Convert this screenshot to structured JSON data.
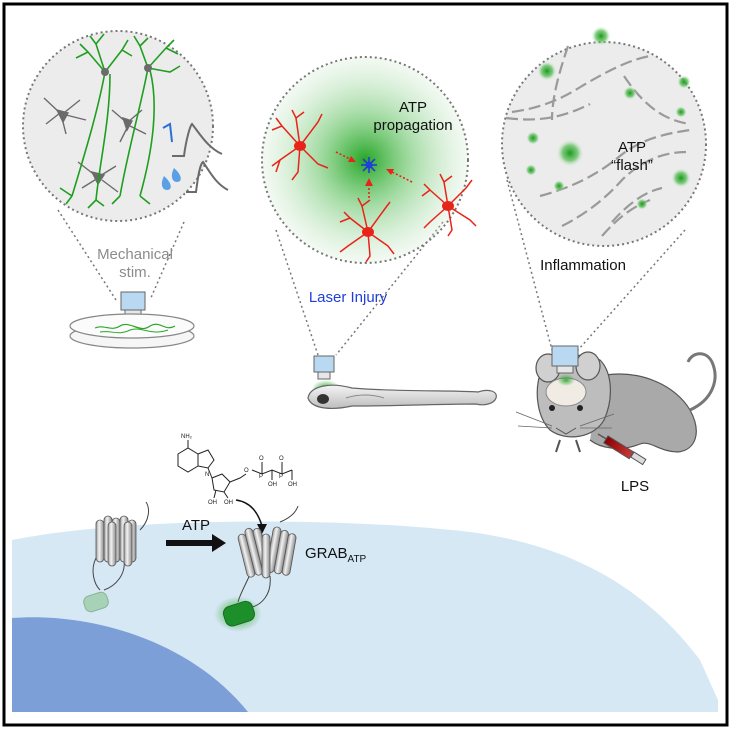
{
  "panels": {
    "cell_culture": {
      "label_line1": "Mechanical",
      "label_line2": "stim.",
      "label_color": "#8c8c8c"
    },
    "zebrafish": {
      "inset_line1": "ATP",
      "inset_line2": "propagation",
      "label": "Laser Injury",
      "label_color": "#1f3fd6"
    },
    "mouse": {
      "inset_line1": "ATP",
      "inset_line2": "“flash”",
      "label": "Inflammation",
      "injection_label": "LPS"
    }
  },
  "sensor": {
    "arrow_label": "ATP",
    "name": "GRAB",
    "name_subscript": "ATP",
    "molecule_labels": {
      "amine": "NH₂",
      "n": "N",
      "o": "O",
      "p": "P",
      "oh": "OH"
    }
  },
  "colors": {
    "neuron_green": "#1f9e1f",
    "microglia_red": "#e8231a",
    "fluorescence_green": "#2aa52a",
    "injury_blue": "#1f3fd6",
    "membrane": "#d7e8f5",
    "nucleus": "#7d9fd8",
    "border": "#000000"
  }
}
